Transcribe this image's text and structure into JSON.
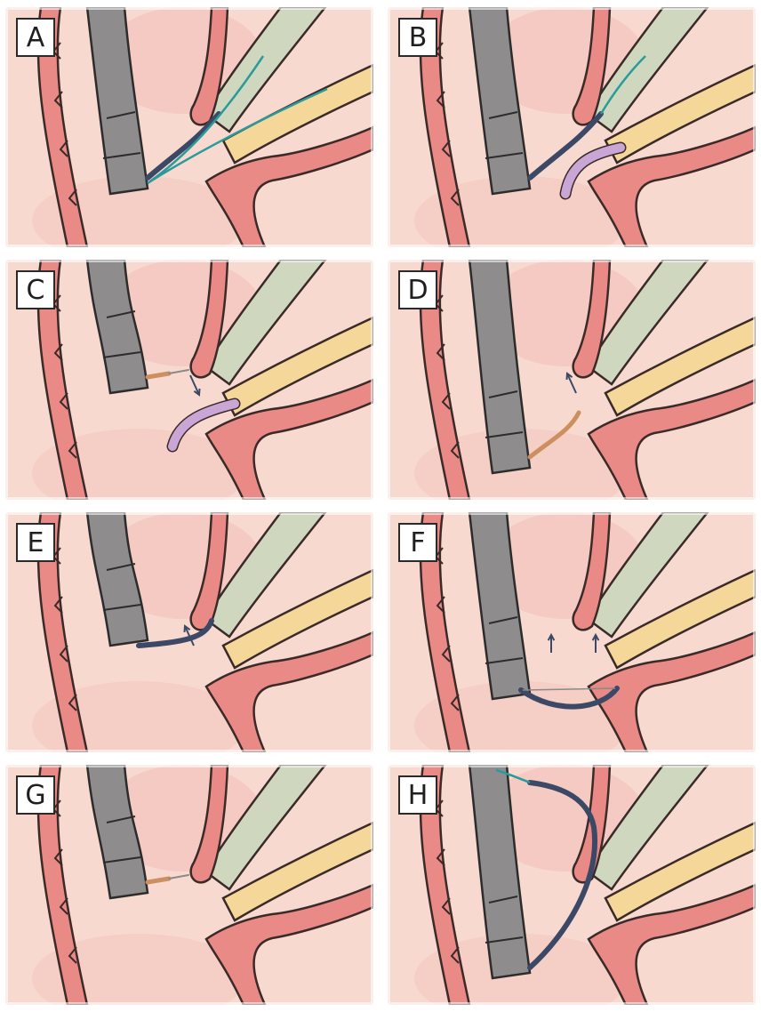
{
  "panels": [
    {
      "label": "A",
      "scope": "mid",
      "wire": "double",
      "stent": null,
      "catheter": "in-duct",
      "arrow": null
    },
    {
      "label": "B",
      "scope": "mid",
      "wire": "single",
      "stent": "purple",
      "catheter": "in-duct",
      "arrow": null
    },
    {
      "label": "C",
      "scope": "high",
      "wire": null,
      "stent": "purple-low",
      "catheter": "short",
      "arrow": "down"
    },
    {
      "label": "D",
      "scope": "low",
      "wire": null,
      "stent": null,
      "catheter": "curved",
      "arrow": "up"
    },
    {
      "label": "E",
      "scope": "high",
      "wire": null,
      "stent": null,
      "catheter": "horizontal",
      "arrow": "up"
    },
    {
      "label": "F",
      "scope": "mid",
      "wire": null,
      "stent": null,
      "catheter": "bow",
      "arrow": "double-up"
    },
    {
      "label": "G",
      "scope": "high",
      "wire": null,
      "stent": null,
      "catheter": "short",
      "arrow": null
    },
    {
      "label": "H",
      "scope": "low",
      "wire": "loop",
      "stent": null,
      "catheter": "loop",
      "arrow": null
    }
  ],
  "colors": {
    "background": "#f7d9d0",
    "wall": "#e98a86",
    "outline": "#3a2a28",
    "scope": "#8e8c8c",
    "pancreatic_duct": "#f6d79a",
    "bile_duct": "#cfd8bf",
    "wire_dark": "#3b4866",
    "wire_teal": "#2a9a9a",
    "stent": "#c9a6d6",
    "catheter_tip": "#cc9060"
  }
}
